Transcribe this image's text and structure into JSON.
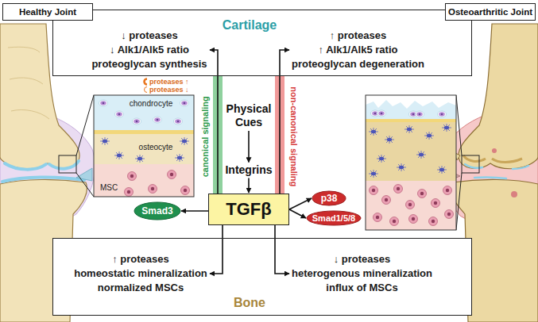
{
  "diagram": {
    "nodes": [
      {
        "text": [
          "Healthy Joint"
        ]
      },
      {
        "text": [
          "Osteoarthritic Joint"
        ]
      },
      {
        "text": [
          "Cartilage"
        ]
      },
      {
        "text": [
          "↓ proteases",
          "↓ Alk1/Alk5 ratio",
          "proteoglycan synthesis"
        ],
        "in": 2
      },
      {
        "text": [
          "↑ proteases",
          "↑ Alk1/Alk5 ratio",
          "proteoglycan degeneration"
        ],
        "in": 2
      },
      {
        "text": [
          "Physical Cues"
        ]
      },
      {
        "text": [
          "Integrins"
        ]
      },
      {
        "text": [
          "TGFβ"
        ]
      },
      {
        "text": [
          "Smad3"
        ]
      },
      {
        "text": [
          "p38"
        ]
      },
      {
        "text": [
          "Smad1/5/8"
        ]
      },
      {
        "text": [
          "Bone"
        ]
      },
      {
        "text": [
          "↑ proteases",
          "homeostatic mineralization",
          "normalized MSCs"
        ],
        "in": 11
      },
      {
        "text": [
          "↓ proteases",
          "heterogenous mineralization",
          "influx of MSCs"
        ],
        "in": 11
      }
    ],
    "edges": [
      {
        "from": 5,
        "to": 6,
        "arrow": "to"
      },
      {
        "from": 6,
        "to": 7,
        "arrow": "to"
      },
      {
        "from": 7,
        "to": 3,
        "arrow": "to"
      },
      {
        "from": 7,
        "to": 4,
        "arrow": "to"
      },
      {
        "from": 7,
        "to": 8,
        "arrow": "to"
      },
      {
        "from": 7,
        "to": 9,
        "arrow": "to"
      },
      {
        "from": 7,
        "to": 10,
        "arrow": "to"
      },
      {
        "from": 7,
        "to": 12,
        "arrow": "to"
      },
      {
        "from": 7,
        "to": 13,
        "arrow": "to"
      }
    ],
    "labels": [
      "canonical signaling",
      "non-canonical signaling",
      "proteases ↑",
      "proteases ↓",
      "chondrocyte",
      "osteocyte",
      "MSC"
    ]
  }
}
